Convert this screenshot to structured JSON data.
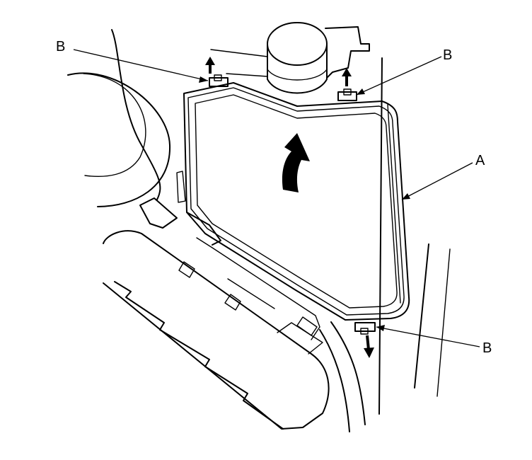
{
  "callouts": {
    "a": "A",
    "b_top_left": "B",
    "b_top_right": "B",
    "b_bottom": "B"
  },
  "colors": {
    "ink": "#000000",
    "paper": "#ffffff"
  }
}
